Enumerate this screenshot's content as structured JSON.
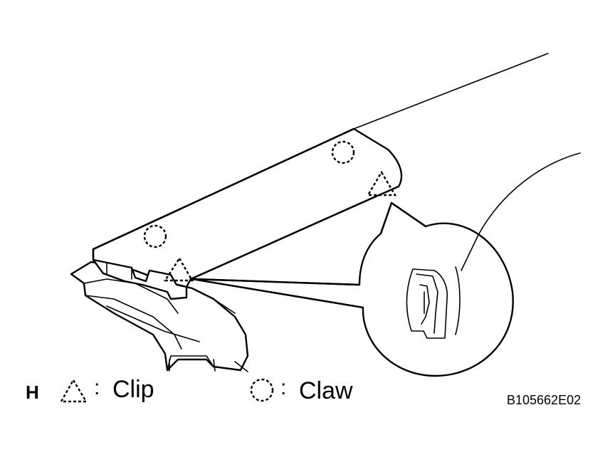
{
  "legend": {
    "view_letter": "H",
    "clip_separator": ":",
    "clip_label": "Clip",
    "claw_separator": ":",
    "claw_label": "Claw"
  },
  "figure_code": "B105662E02"
}
